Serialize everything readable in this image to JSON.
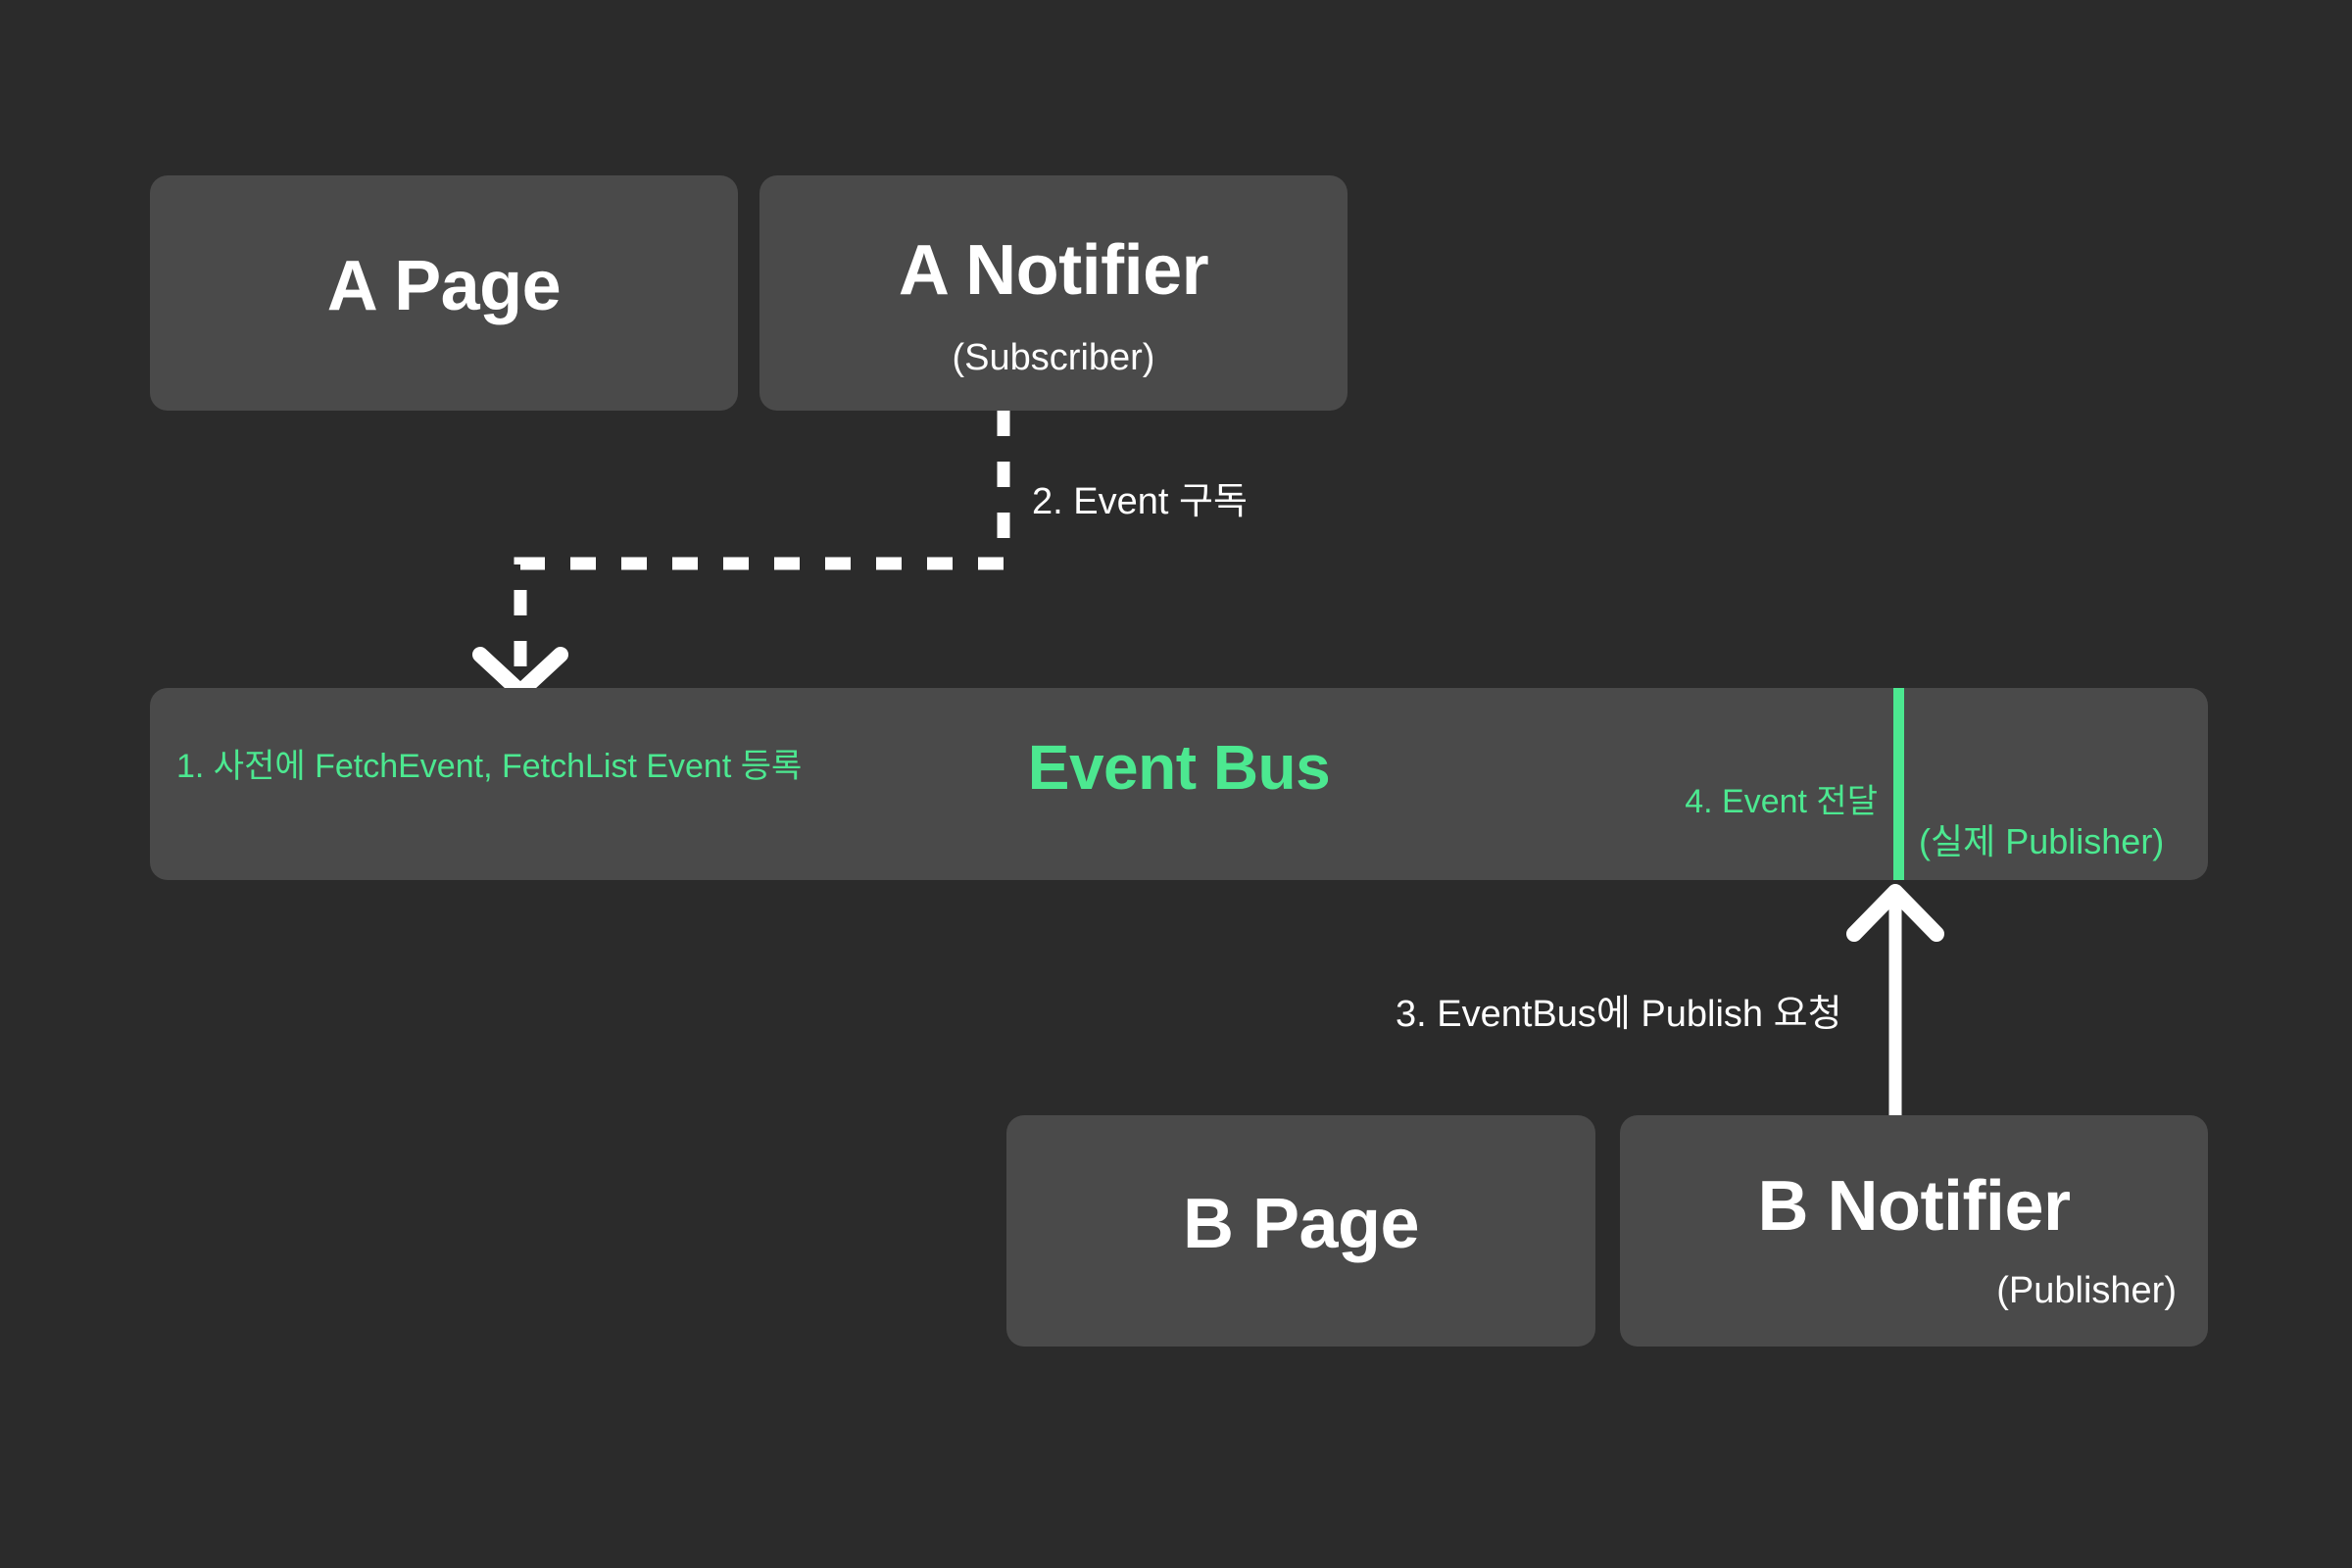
{
  "diagram": {
    "title": "Event Bus pub/sub flow",
    "background_color": "#2b2b2b",
    "node_color": "#4a4a4a",
    "accent_color": "#4ce890",
    "text_color": "#ffffff"
  },
  "nodes": {
    "a_page": {
      "label": "A Page"
    },
    "a_notifier": {
      "label": "A Notifier",
      "role": "(Subscriber)"
    },
    "event_bus": {
      "label": "Event Bus",
      "step1": "1. 사전에 FetchEvent, FetchList Event 등록",
      "step4": "4. Event 전달",
      "publisher_note": "(실제 Publisher)"
    },
    "b_page": {
      "label": "B Page"
    },
    "b_notifier": {
      "label": "B Notifier",
      "role": "(Publisher)"
    }
  },
  "edges": {
    "subscribe": {
      "label": "2. Event 구독",
      "style": "dashed",
      "from": "a_notifier",
      "to": "event_bus"
    },
    "publish": {
      "label": "3. EventBus에 Publish 요청",
      "style": "solid",
      "from": "b_notifier",
      "to": "event_bus"
    }
  }
}
